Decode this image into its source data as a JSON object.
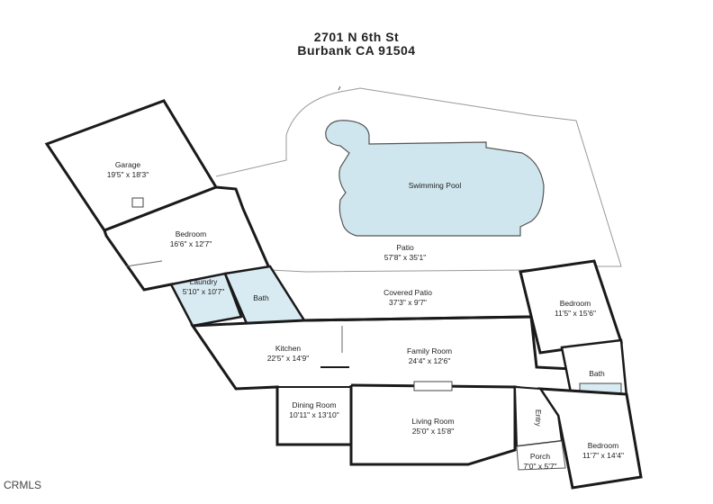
{
  "header": {
    "line1": "2701 N 6th St",
    "line2": "Burbank CA 91504"
  },
  "rooms": {
    "garage": {
      "name": "Garage",
      "dims": "19'5\" x 18'3\""
    },
    "bedroom1": {
      "name": "Bedroom",
      "dims": "16'6\" x 12'7\""
    },
    "pool": {
      "name": "Swimming Pool",
      "dims": ""
    },
    "patio": {
      "name": "Patio",
      "dims": "57'8\" x 35'1\""
    },
    "laundry": {
      "name": "Laundry",
      "dims": "5'10\" x 10'7\""
    },
    "bath1": {
      "name": "Bath",
      "dims": ""
    },
    "covered": {
      "name": "Covered Patio",
      "dims": "37'3\" x 9'7\""
    },
    "bedroom2": {
      "name": "Bedroom",
      "dims": "11'5\" x 15'6\""
    },
    "kitchen": {
      "name": "Kitchen",
      "dims": "22'5\" x 14'9\""
    },
    "family": {
      "name": "Family Room",
      "dims": "24'4\" x 12'6\""
    },
    "bath2": {
      "name": "Bath",
      "dims": ""
    },
    "dining": {
      "name": "Dining Room",
      "dims": "10'11\" x 13'10\""
    },
    "living": {
      "name": "Living Room",
      "dims": "25'0\" x 15'8\""
    },
    "entry": {
      "name": "Entry",
      "dims": ""
    },
    "bedroom3": {
      "name": "Bedroom",
      "dims": "11'7\" x 14'4\""
    },
    "porch": {
      "name": "Porch",
      "dims": "7'0\" x 5'7\""
    }
  },
  "watermark": "CRMLS",
  "colors": {
    "wall": "#1a1a1a",
    "pool": "#cfe6ee",
    "laundry": "#d9ebf2",
    "bath": "#d9ebf2"
  }
}
